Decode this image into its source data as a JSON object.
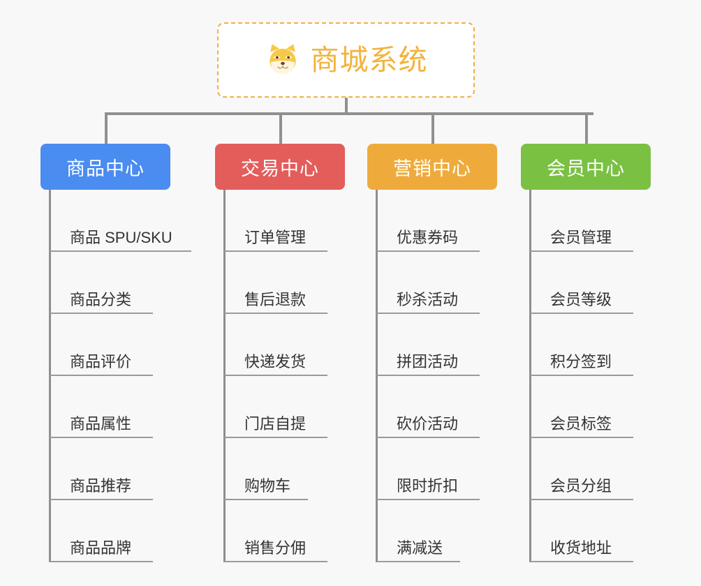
{
  "background_color": "#f8f8f8",
  "connector_color": "#909090",
  "root": {
    "title": "商城系统",
    "icon": "shiba-dog-icon",
    "text_color": "#f2b33d",
    "border_color": "#efb044",
    "background_color": "#ffffff"
  },
  "branches": [
    {
      "label": "商品中心",
      "color": "#4a8cf0",
      "leaves": [
        "商品 SPU/SKU",
        "商品分类",
        "商品评价",
        "商品属性",
        "商品推荐",
        "商品品牌"
      ]
    },
    {
      "label": "交易中心",
      "color": "#e35d5b",
      "leaves": [
        "订单管理",
        "售后退款",
        "快递发货",
        "门店自提",
        "购物车",
        "销售分佣"
      ]
    },
    {
      "label": "营销中心",
      "color": "#eeab3c",
      "leaves": [
        "优惠券码",
        "秒杀活动",
        "拼团活动",
        "砍价活动",
        "限时折扣",
        "满减送"
      ]
    },
    {
      "label": "会员中心",
      "color": "#7ac143",
      "leaves": [
        "会员管理",
        "会员等级",
        "积分签到",
        "会员标签",
        "会员分组",
        "收货地址"
      ]
    }
  ]
}
